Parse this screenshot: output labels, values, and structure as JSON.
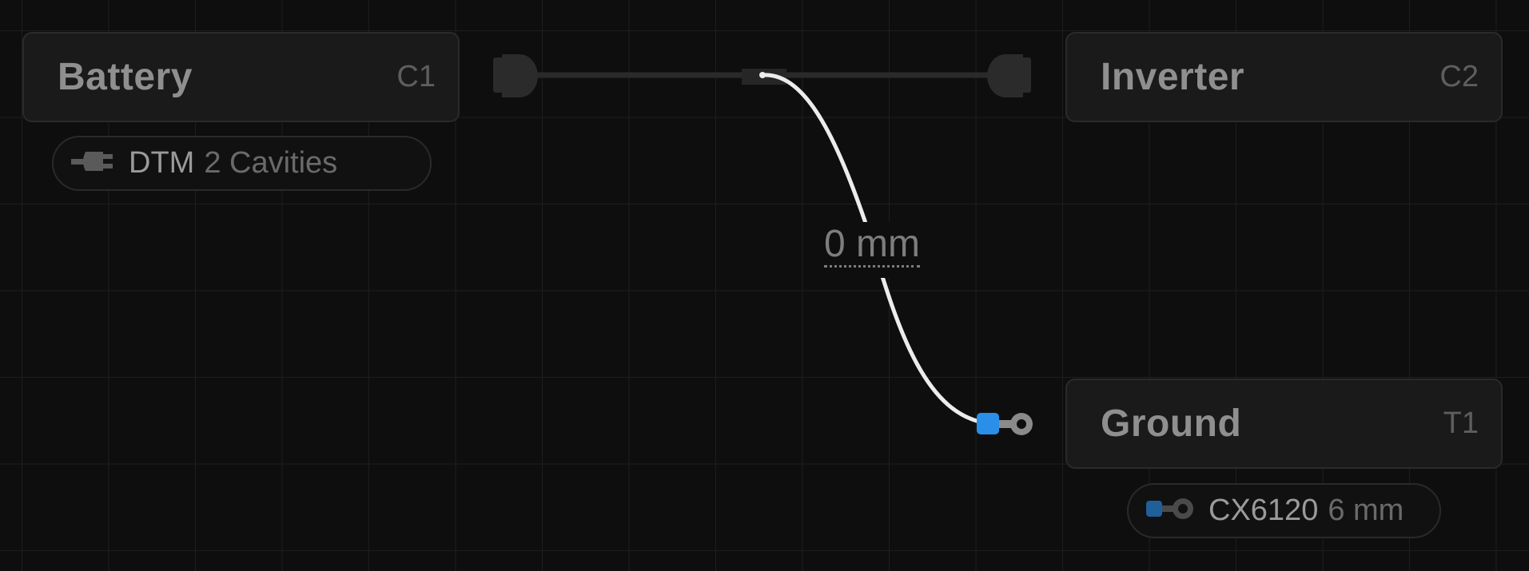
{
  "nodes": {
    "battery": {
      "title": "Battery",
      "code": "C1"
    },
    "inverter": {
      "title": "Inverter",
      "code": "C2"
    },
    "ground": {
      "title": "Ground",
      "code": "T1"
    }
  },
  "pills": {
    "battery": {
      "name": "DTM",
      "detail": "2 Cavities",
      "icon": "connector-plug-icon"
    },
    "ground": {
      "name": "CX6120",
      "detail": "6 mm",
      "icon": "ring-terminal-icon"
    }
  },
  "wire": {
    "length_label": "0 mm"
  },
  "colors": {
    "background": "#0e0e0e",
    "grid": "#1e1e1e",
    "node_bg": "#1a1a1a",
    "wire": "#ececec",
    "terminal_accent": "#2a8fe8"
  }
}
